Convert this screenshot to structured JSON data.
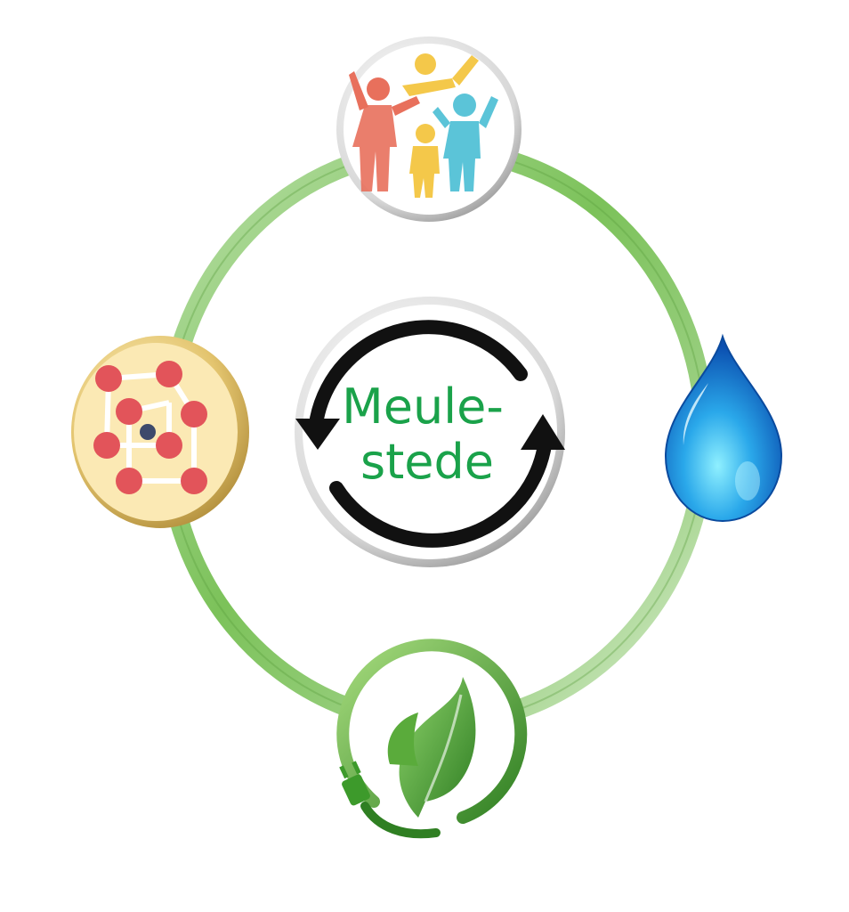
{
  "center": {
    "label_line1": "Meule-",
    "label_line2": "stede",
    "label_color": "#1aa24a"
  },
  "nodes": [
    {
      "id": "community",
      "icon": "people-family-icon",
      "position": "top"
    },
    {
      "id": "water",
      "icon": "water-drop-icon",
      "position": "right"
    },
    {
      "id": "energy",
      "icon": "leaf-plug-icon",
      "position": "bottom"
    },
    {
      "id": "materials",
      "icon": "molecule-grid-icon",
      "position": "left"
    }
  ],
  "colors": {
    "ring": "#7cc25a",
    "ring_light": "#cfe6c2",
    "water": "#1e8fe0",
    "leaf": "#3d9a2b",
    "people_red": "#e8705c",
    "people_yellow": "#f4c84a",
    "people_blue": "#5bc4d8",
    "molecule_red": "#e2545a",
    "gold": "#d9b85a"
  }
}
